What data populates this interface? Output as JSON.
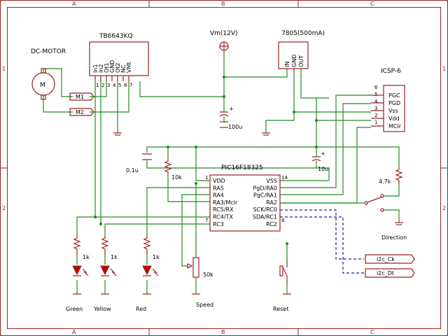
{
  "border": {
    "columns": [
      "A",
      "B",
      "C"
    ],
    "rows": [
      "1",
      "2"
    ]
  },
  "motor": {
    "title": "DC-MOTOR",
    "symbol": "M",
    "wire1": "M1",
    "wire2": "M2"
  },
  "driver": {
    "name": "TB6643KQ",
    "pins": [
      "In1",
      "In2",
      "Ot1",
      "GND",
      "Ot2",
      "NC",
      "VMt"
    ],
    "numbers": [
      "1",
      "2",
      "3",
      "4",
      "5",
      "6",
      "7"
    ]
  },
  "supply": {
    "label": "Vm(12V)",
    "cap": "100u"
  },
  "regulator": {
    "name": "7805(500mA)",
    "pins": [
      "IN",
      "GND",
      "OUT"
    ]
  },
  "icsp": {
    "name": "ICSP-6",
    "pins": [
      "PGC",
      "PGD",
      "Vss",
      "Vdd",
      "MClr"
    ],
    "numbers": [
      "6",
      "5",
      "4",
      "3",
      "2",
      "1"
    ]
  },
  "mcu": {
    "name": "PIC16F18325",
    "left_pins": [
      "VDD",
      "RA5",
      "RA4",
      "RA3/Mclr",
      "RC5/RX",
      "RC4/TX",
      "RC3"
    ],
    "right_pins": [
      "VSS",
      "PgD/RA0",
      "PgC/RA1",
      "RA2",
      "SCK/RC0",
      "SDA/RC1",
      "RC2"
    ],
    "pin1": "1",
    "pin7": "7",
    "pin14": "14",
    "pin8": "8"
  },
  "passives": {
    "c_decouple": "0.1u",
    "r_pullup": "10k",
    "c_reg": "10u",
    "r_direction": "4.7k",
    "pot": "50k",
    "r_led1": "1k",
    "r_led2": "1k",
    "r_led3": "1k"
  },
  "leds": [
    "Green",
    "Yellow",
    "Red"
  ],
  "controls": {
    "pot": "Speed",
    "switch": "Direction",
    "button": "Reset"
  },
  "connectors": {
    "clock": "i2c_Ck",
    "data": "i2c_Dt"
  }
}
